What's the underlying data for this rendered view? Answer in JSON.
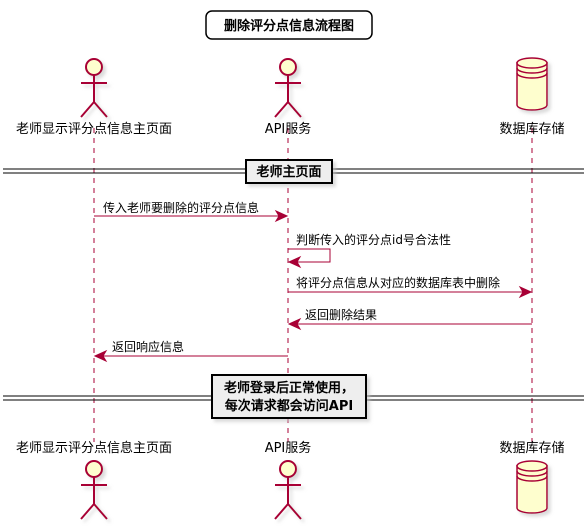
{
  "title": "删除评分点信息流程图",
  "participants": [
    {
      "id": "teacher",
      "label": "老师显示评分点信息主页面",
      "kind": "actor"
    },
    {
      "id": "api",
      "label": "API服务",
      "kind": "actor"
    },
    {
      "id": "db",
      "label": "数据库存储",
      "kind": "database"
    }
  ],
  "dividers": [
    {
      "id": "teacher-home",
      "lines": [
        "老师主页面"
      ]
    },
    {
      "id": "normal-use",
      "lines": [
        "老师登录后正常使用，",
        "每次请求都会访问API"
      ]
    }
  ],
  "messages": [
    {
      "id": "m1",
      "from": "teacher",
      "to": "api",
      "text": "传入老师要删除的评分点信息"
    },
    {
      "id": "m2",
      "from": "api",
      "to": "api",
      "text": "判断传入的评分点id号合法性"
    },
    {
      "id": "m3",
      "from": "api",
      "to": "db",
      "text": "将评分点信息从对应的数据库表中删除"
    },
    {
      "id": "m4",
      "from": "db",
      "to": "api",
      "text": "返回删除结果"
    },
    {
      "id": "m5",
      "from": "api",
      "to": "teacher",
      "text": "返回响应信息"
    }
  ],
  "colors": {
    "actor_fill": "#FEFECE",
    "border": "#A80036",
    "text": "#000000",
    "divider_fill": "#EEEEEE",
    "shadow": "#cccccc"
  }
}
